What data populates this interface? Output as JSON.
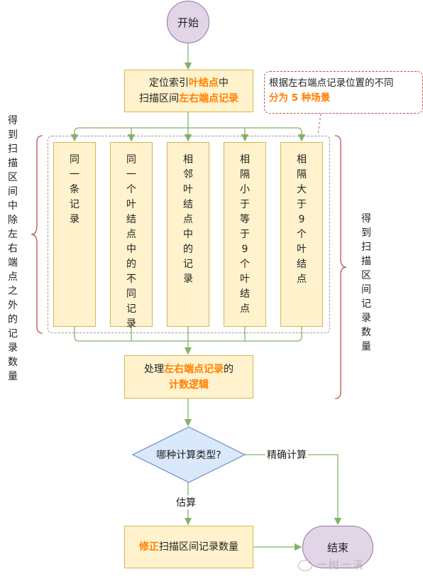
{
  "start": "开始",
  "locate_box": {
    "line1_pre": "定位索引",
    "line1_hl": "叶结点",
    "line1_post": "中",
    "line2_pre": "扫描区间",
    "line2_hl": "左右端点记录"
  },
  "note": {
    "line1": "根据左右端点记录位置的不同",
    "line2": "分为 5 种场景"
  },
  "scenarios": [
    "同一条记录",
    "同一个叶结点中的不同记录",
    "相邻叶结点中的记录",
    "相隔小于等于9个叶结点",
    "相隔大于9个叶结点"
  ],
  "left_brace_label": "得到扫描区间中除左右端点之外的记录数量",
  "right_brace_label": "得到扫描区间记录数量",
  "process_box": {
    "line1_pre": "处理",
    "line1_hl": "左右端点记录",
    "line1_post": "的",
    "line2_hl": "计数逻辑"
  },
  "decision": "哪种计算类型?",
  "edge_precise": "精确计算",
  "edge_estimate": "估算",
  "fix_box": {
    "hl": "修正",
    "post": "扫描区间记录数量"
  },
  "end": "结束",
  "watermark": "一树一溪",
  "colors": {
    "highlight": "#ff7f00",
    "arrow": "#82b366",
    "box_fill": "#fff2cc",
    "box_border": "#d6b656",
    "terminal_fill": "#e1d5e7",
    "decision_fill": "#dae8fc",
    "brace": "#b85450"
  }
}
